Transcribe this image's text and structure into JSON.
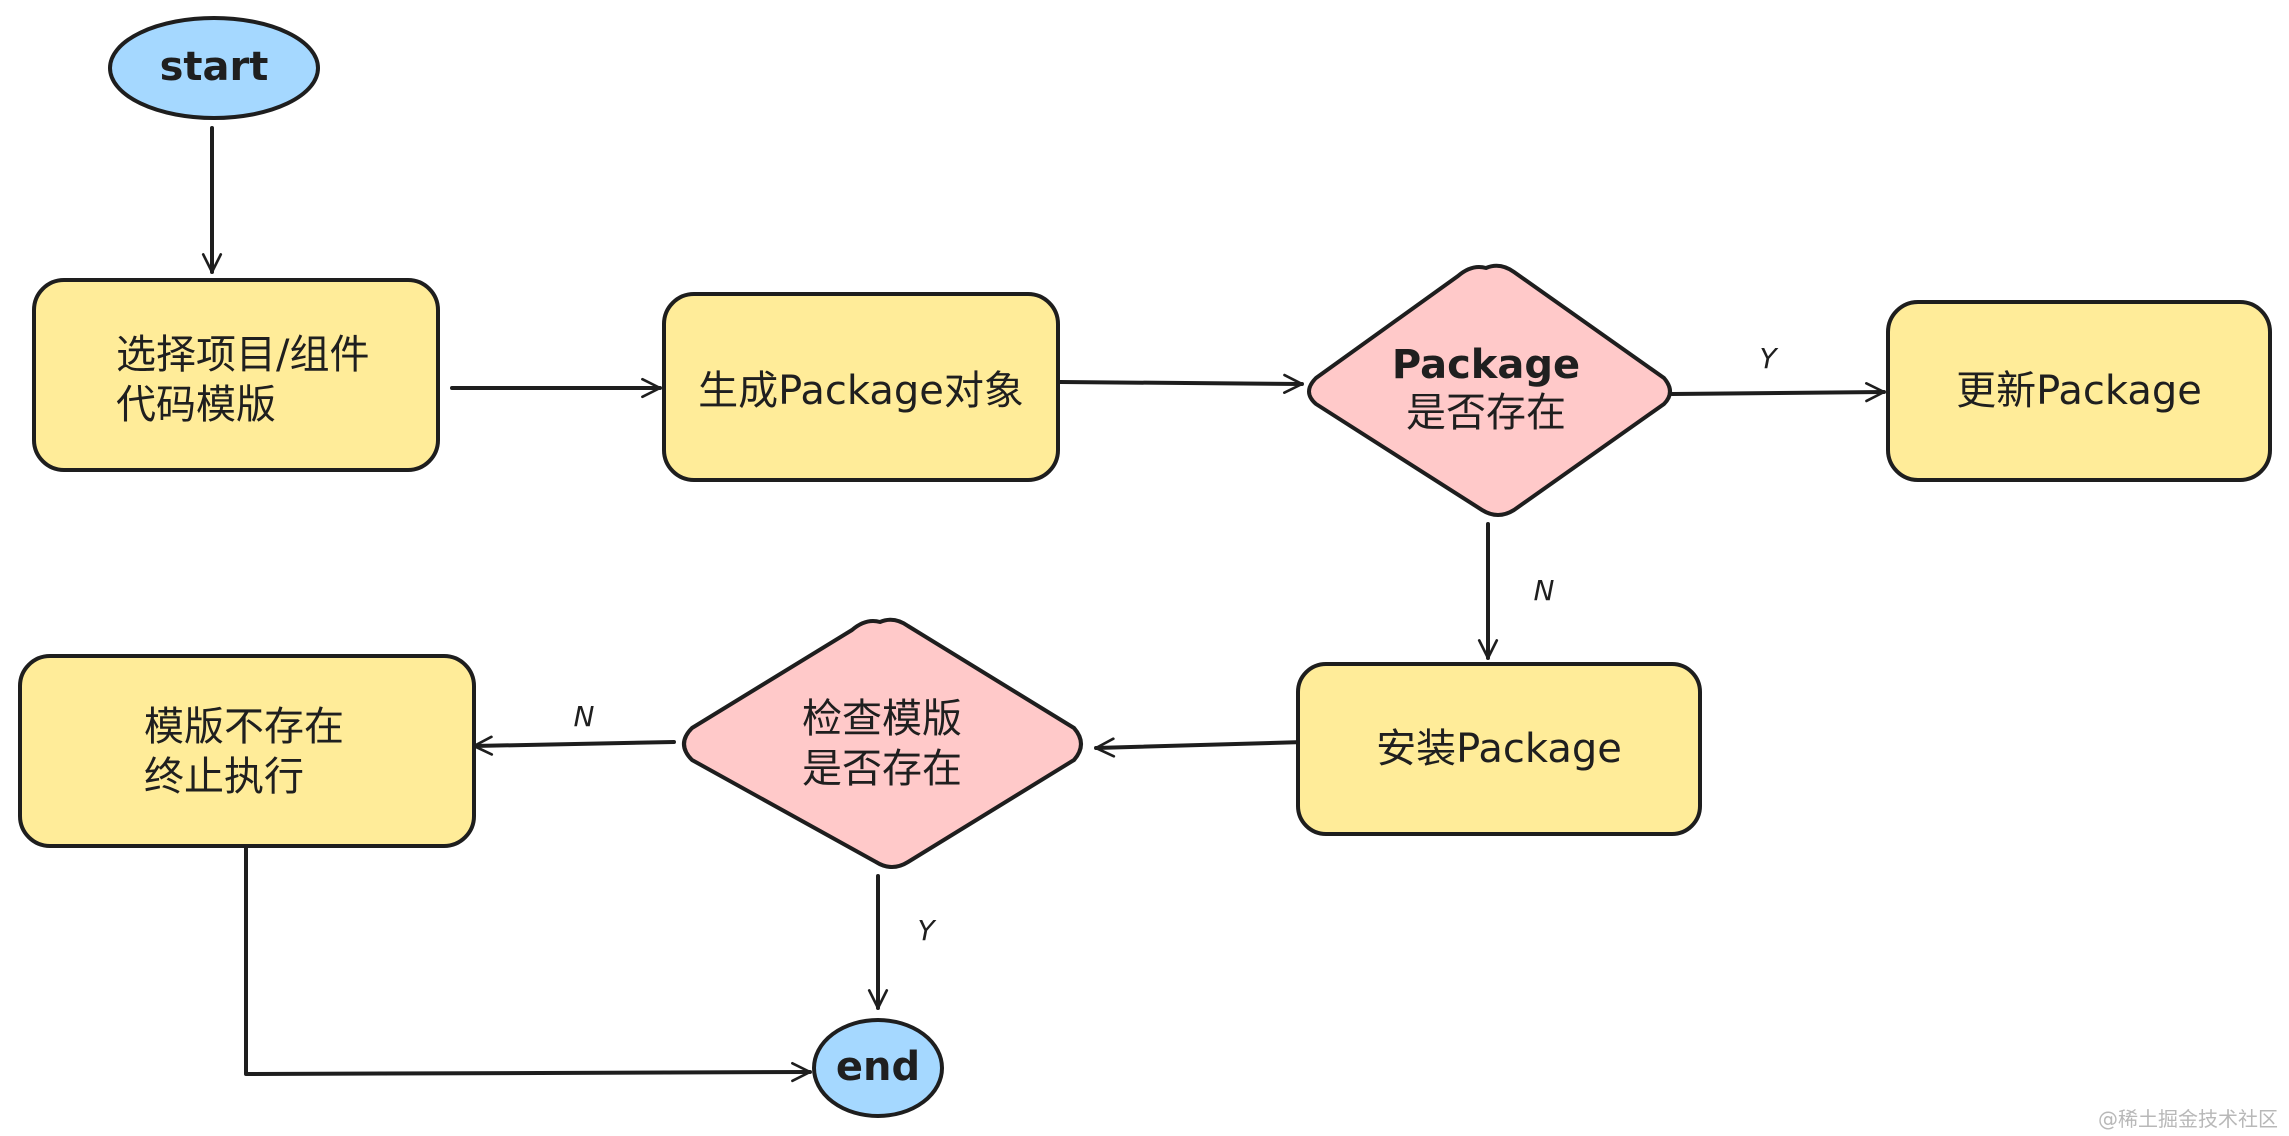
{
  "colors": {
    "terminal": "#a5d8ff",
    "process": "#ffec99",
    "decision": "#ffc9c9",
    "stroke": "#1e1e1e"
  },
  "nodes": {
    "start": {
      "label": "start"
    },
    "select_template": {
      "line1": "选择项目/组件",
      "line2": "代码模版"
    },
    "generate_package": {
      "label": "生成Package对象"
    },
    "package_exists": {
      "line1": "Package",
      "line2": "是否存在"
    },
    "update_package": {
      "label": "更新Package"
    },
    "install_package": {
      "label": "安装Package"
    },
    "check_template": {
      "line1": "检查模版",
      "line2": "是否存在"
    },
    "template_missing": {
      "line1": "模版不存在",
      "line2": "终止执行"
    },
    "end": {
      "label": "end"
    }
  },
  "edge_labels": {
    "exists_yes": "Y",
    "exists_no": "N",
    "check_no": "N",
    "check_yes": "Y"
  },
  "watermark": "@稀土掘金技术社区"
}
